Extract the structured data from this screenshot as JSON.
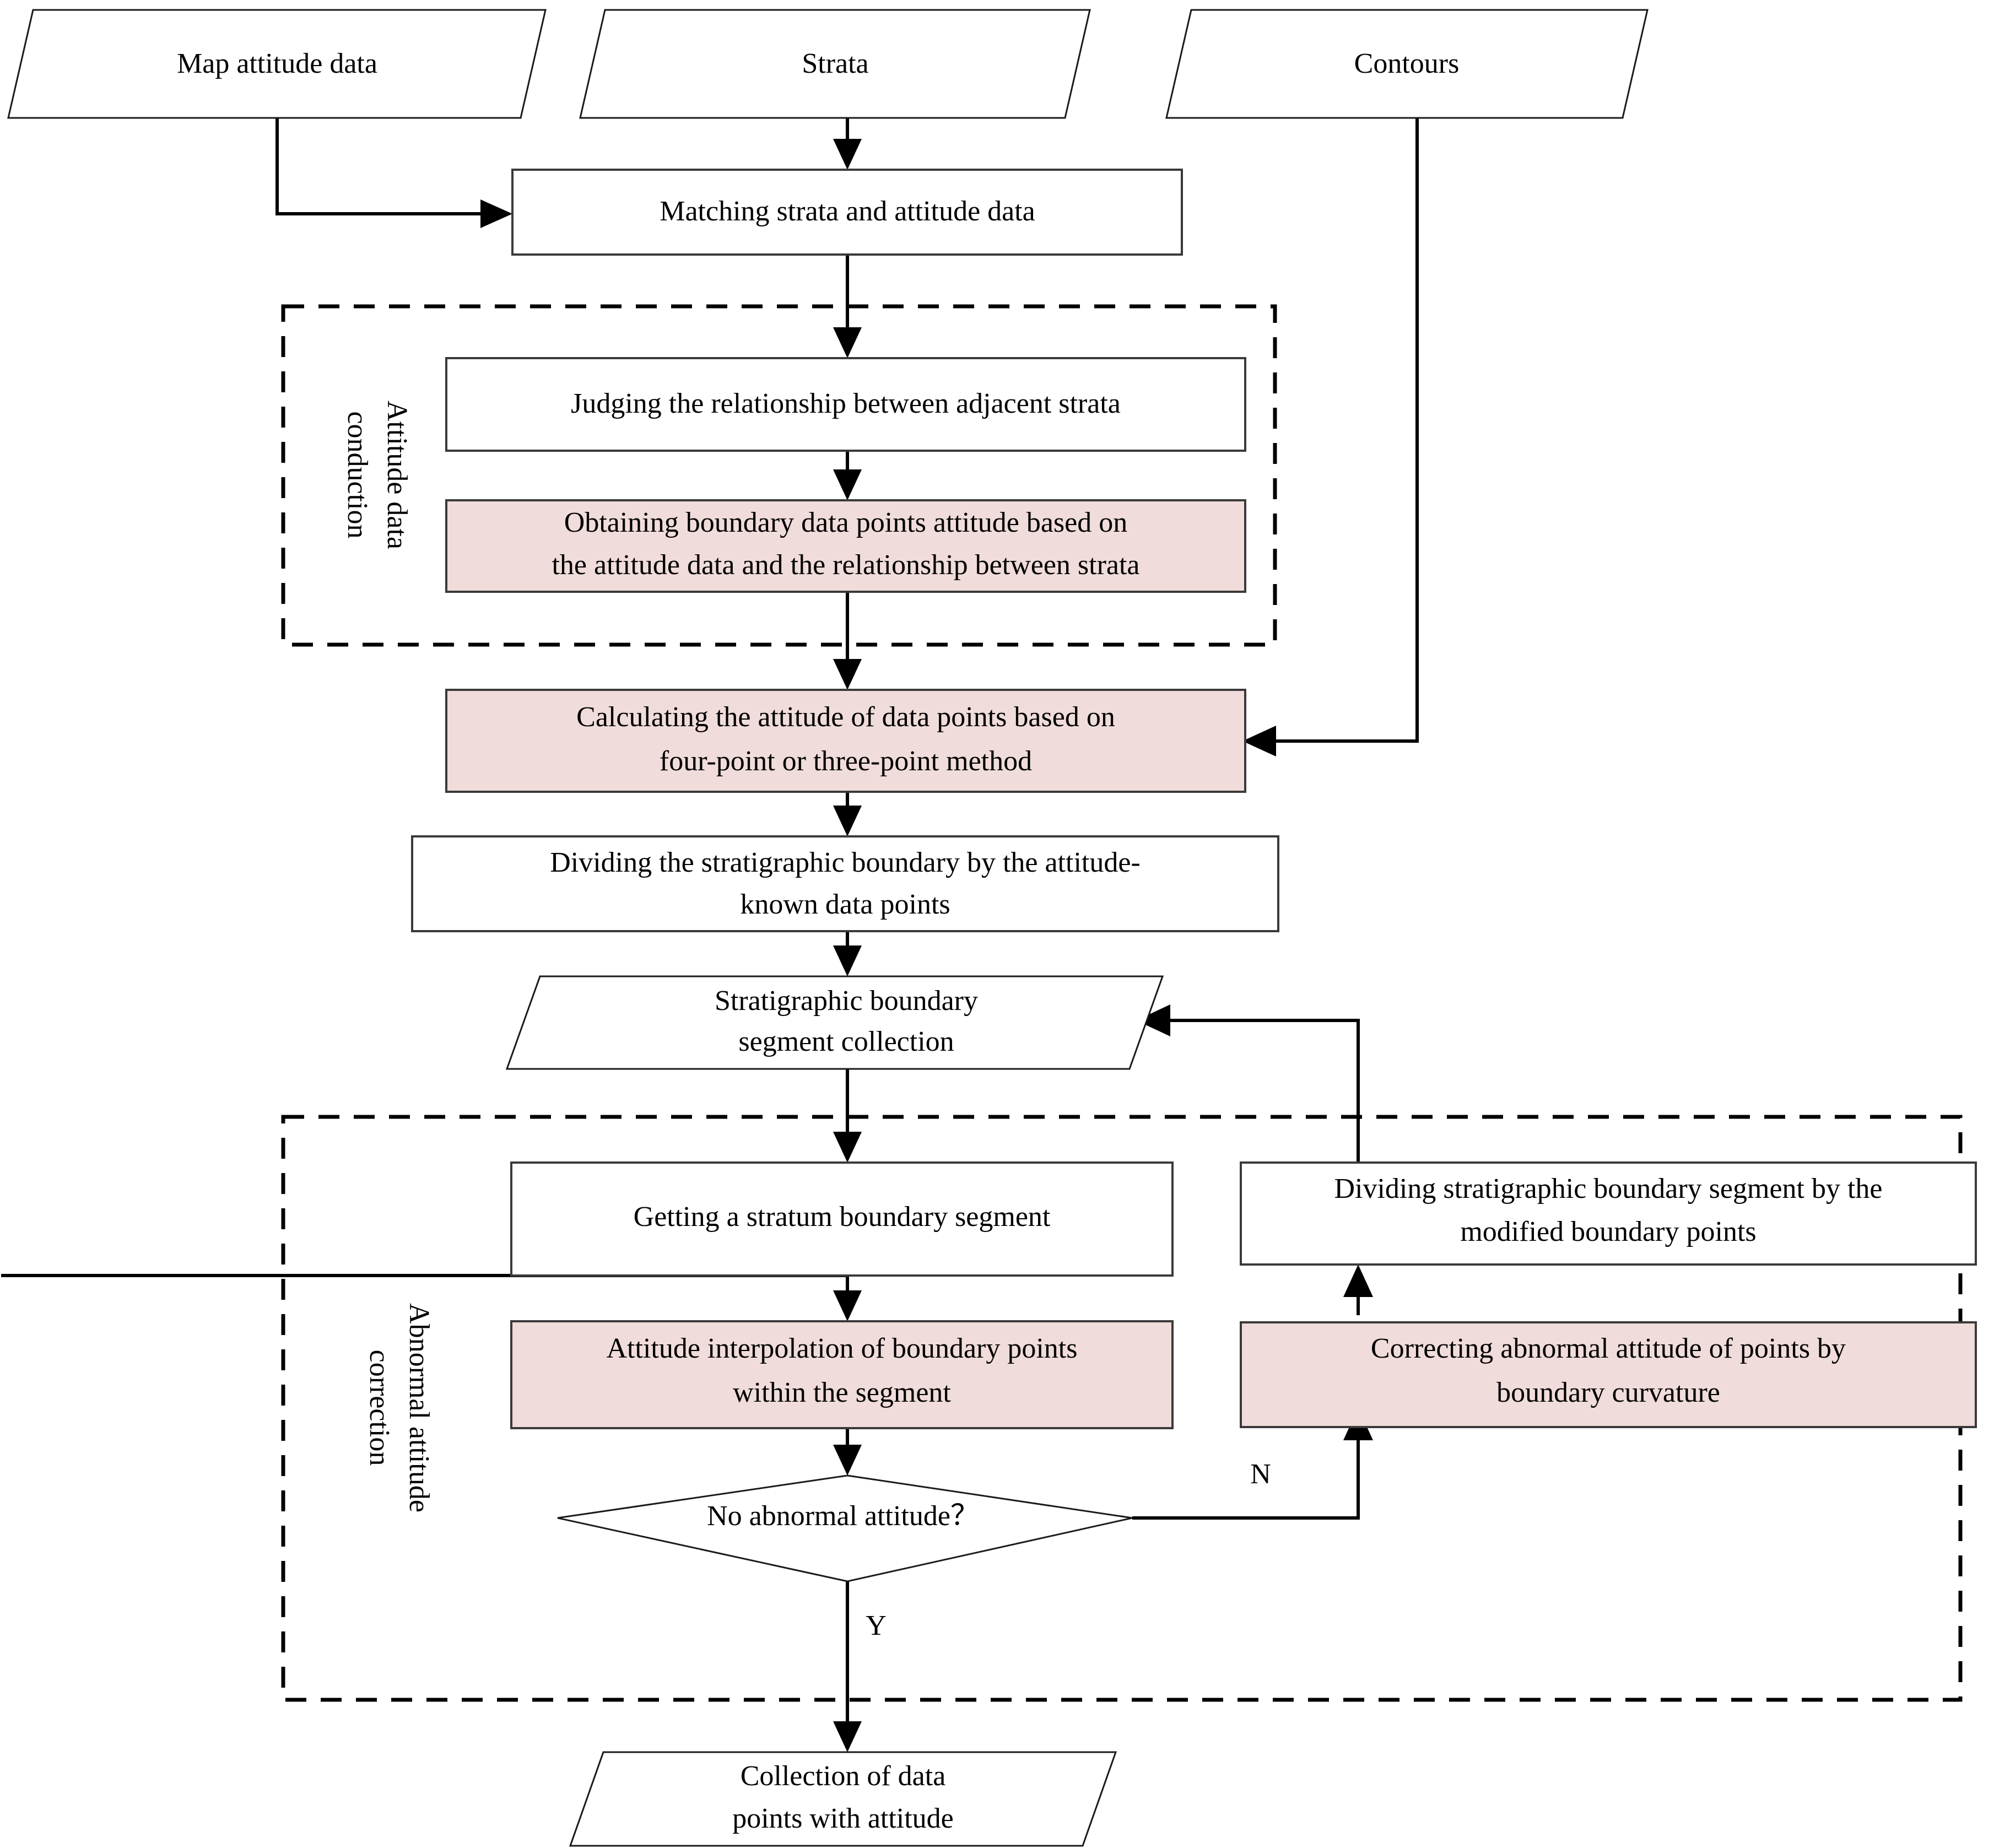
{
  "diagram": {
    "title": "Attitude data processing flowchart",
    "colors": {
      "process_fill": "#ffffff",
      "highlight_fill": "#f0dcda",
      "stroke": "#000000",
      "group_stroke": "#000000"
    },
    "nodes": {
      "map_attitude_data": {
        "label": "Map attitude data",
        "shape": "parallelogram",
        "fill": "white"
      },
      "strata": {
        "label": "Strata",
        "shape": "parallelogram",
        "fill": "white"
      },
      "contours": {
        "label": "Contours",
        "shape": "parallelogram",
        "fill": "white"
      },
      "matching": {
        "label": "Matching strata and attitude data",
        "shape": "process",
        "fill": "white"
      },
      "judging": {
        "label": "Judging the relationship between adjacent strata",
        "shape": "process",
        "fill": "white"
      },
      "obtaining_line1": {
        "label": "Obtaining boundary data points attitude based on"
      },
      "obtaining_line2": {
        "label": "the attitude data and the relationship between strata"
      },
      "calculating_line1": {
        "label": "Calculating the attitude of data points based on"
      },
      "calculating_line2": {
        "label": "four-point or three-point method"
      },
      "dividing_boundary_line1": {
        "label": "Dividing the stratigraphic boundary by the attitude-"
      },
      "dividing_boundary_line2": {
        "label": "known data points"
      },
      "segment_collection_line1": {
        "label": "Stratigraphic boundary"
      },
      "segment_collection_line2": {
        "label": "segment collection"
      },
      "getting_segment": {
        "label": "Getting a stratum boundary segment",
        "shape": "process",
        "fill": "white"
      },
      "interpolation_line1": {
        "label": "Attitude interpolation of boundary points"
      },
      "interpolation_line2": {
        "label": "within the segment"
      },
      "dividing_segment_line1": {
        "label": "Dividing stratigraphic boundary segment by the"
      },
      "dividing_segment_line2": {
        "label": "modified boundary points"
      },
      "correcting_line1": {
        "label": "Correcting abnormal attitude of points by"
      },
      "correcting_line2": {
        "label": "boundary curvature"
      },
      "decision": {
        "label": "No abnormal attitude？",
        "shape": "diamond",
        "fill": "white"
      },
      "output_line1": {
        "label": "Collection of  data"
      },
      "output_line2": {
        "label": "points with attitude"
      }
    },
    "groups": {
      "attitude_data_conduction_line1": {
        "label": "Attitude data"
      },
      "attitude_data_conduction_line2": {
        "label": "conduction"
      },
      "abnormal_attitude_correction_line1": {
        "label": "Abnormal attitude"
      },
      "abnormal_attitude_correction_line2": {
        "label": "correction"
      }
    },
    "branches": {
      "no": {
        "label": "N"
      },
      "yes": {
        "label": "Y"
      }
    }
  }
}
